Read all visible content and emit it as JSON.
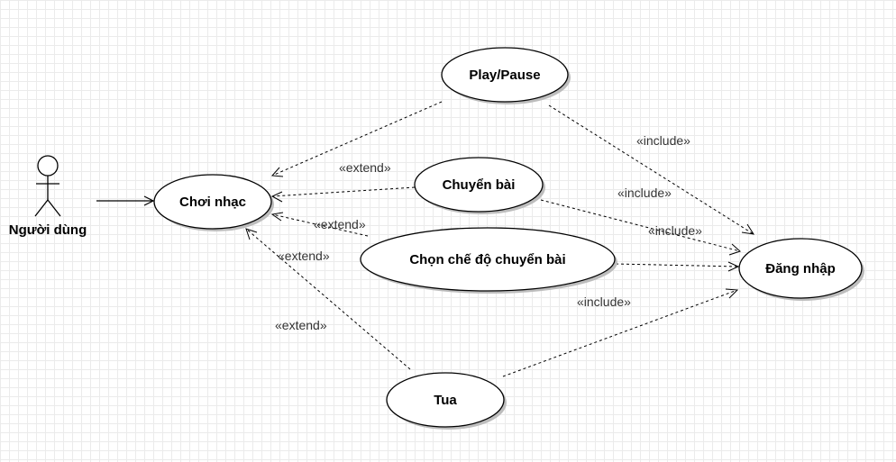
{
  "actor": {
    "name": "Người dùng"
  },
  "usecases": {
    "choi_nhac": "Chơi nhạc",
    "play_pause": "Play/Pause",
    "chuyen_bai": "Chuyển bài",
    "chon_che_do": "Chọn chế độ chuyển bài",
    "tua": "Tua",
    "dang_nhap": "Đăng nhập"
  },
  "relations": {
    "extend_label": "«extend»",
    "include_label": "«include»",
    "extend_count": 4,
    "include_count": 4
  }
}
